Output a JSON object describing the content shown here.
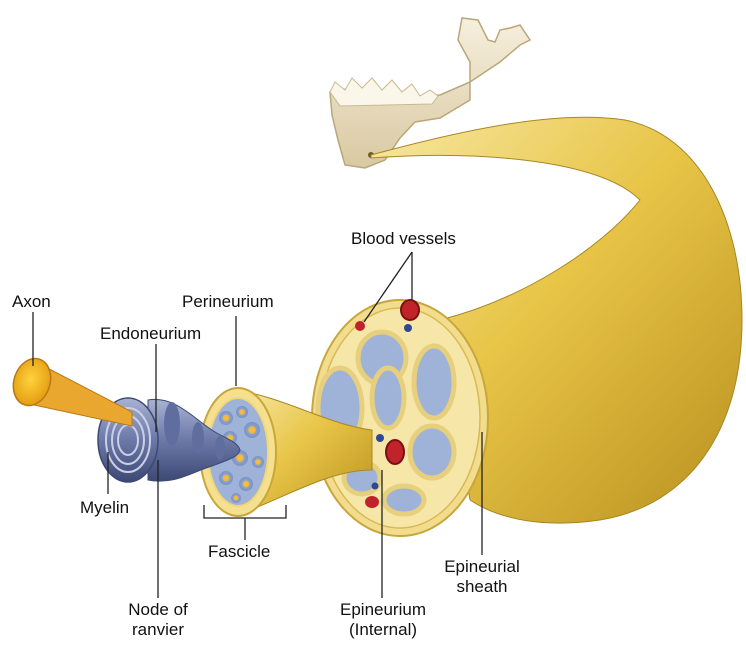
{
  "labels": {
    "axon": "Axon",
    "endoneurium": "Endoneurium",
    "perineurium": "Perineurium",
    "blood_vessels": "Blood vessels",
    "myelin": "Myelin",
    "fascicle": "Fascicle",
    "node_of_ranvier_line1": "Node of",
    "node_of_ranvier_line2": "ranvier",
    "epineurium_line1": "Epineurium",
    "epineurium_line2": "(Internal)",
    "epineurial_sheath_line1": "Epineurial",
    "epineurial_sheath_line2": "sheath"
  },
  "colors": {
    "nerve_gold": "#e8c547",
    "nerve_light": "#f6e39a",
    "nerve_shadow": "#b8901e",
    "fascicle_cell_blue": "#8aa3cf",
    "fascicle_cell_core": "#f0b43a",
    "myelin_blue": "#5f6e9e",
    "vessel_red": "#c0242a",
    "vessel_blue": "#2d4a94",
    "bone": "#efe6cf",
    "line": "#222222"
  }
}
